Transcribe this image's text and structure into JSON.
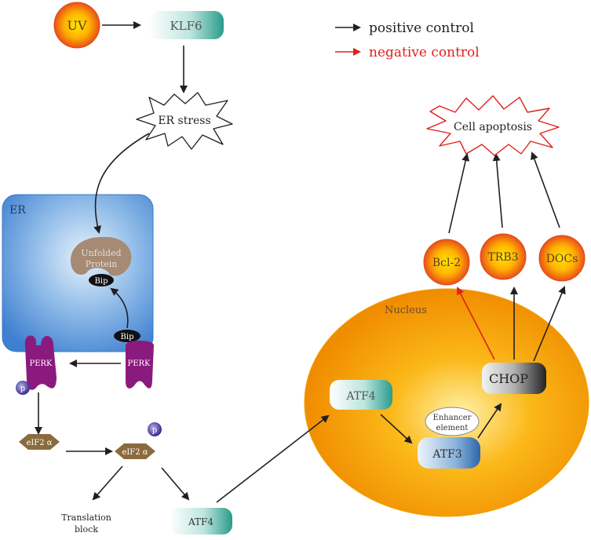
{
  "legend": {
    "positive": "positive control",
    "negative": "negative control"
  },
  "nodes": {
    "uv": "UV",
    "klf6": "KLF6",
    "er_stress": "ER stress",
    "er": "ER",
    "unfolded_protein_line1": "Unfolded",
    "unfolded_protein_line2": "Protein",
    "bip_top": "Bip",
    "bip_bottom": "Bip",
    "perk_left": "PERK",
    "perk_right": "PERK",
    "p_left": "p",
    "p_right": "p",
    "eif2a_left": "eIF2 α",
    "eif2a_right": "eIF2 α",
    "translation_block_line1": "Translation",
    "translation_block_line2": "block",
    "atf4_bottom": "ATF4",
    "nucleus": "Nucleus",
    "atf4_nucleus": "ATF4",
    "enhancer_line1": "Enhancer",
    "enhancer_line2": "element",
    "atf3": "ATF3",
    "chop": "CHOP",
    "bcl2": "Bcl-2",
    "trb3": "TRB3",
    "docs": "DOCs",
    "cell_apoptosis": "Cell apoptosis"
  },
  "colors": {
    "positive_arrow": "#231f20",
    "negative_arrow": "#e0201b",
    "er_blue": "#4f8fd8",
    "perk_purple": "#8b1a7e",
    "eif2_brown": "#8a6a3e",
    "nucleus_orange": "#f39200",
    "protein_brown": "#a68a74"
  }
}
